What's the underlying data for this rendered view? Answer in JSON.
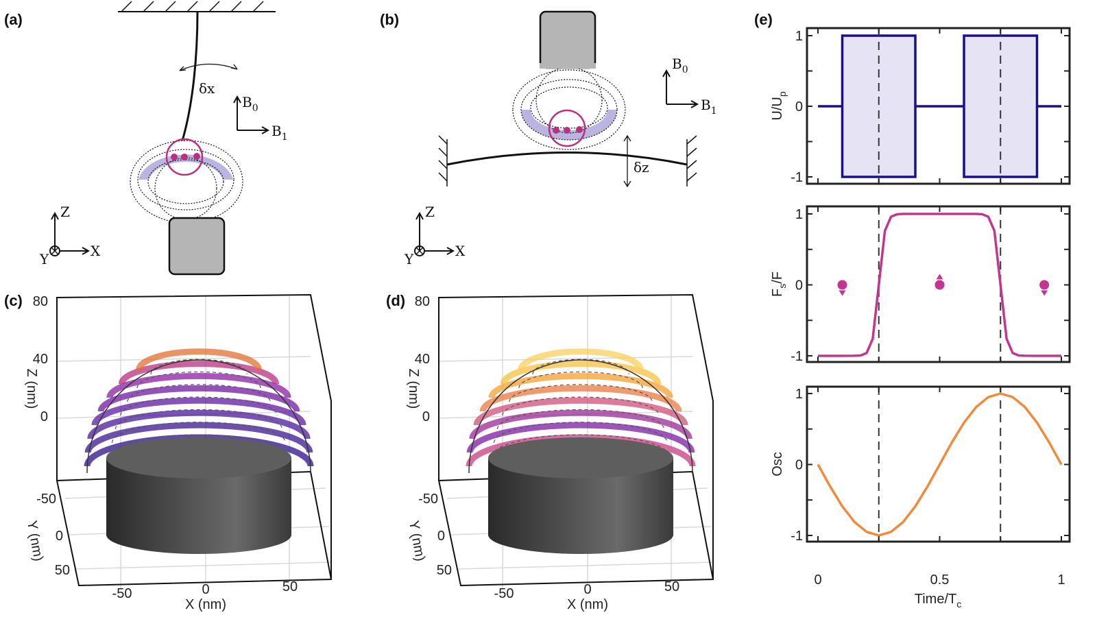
{
  "panels": {
    "a": {
      "label": "(a)",
      "dx": "δx",
      "b0": "B",
      "b0_sub": "0",
      "b1": "B",
      "b1_sub": "1",
      "z": "Z",
      "x": "X",
      "y": "Y"
    },
    "b": {
      "label": "(b)",
      "dz": "δz",
      "b0": "B",
      "b0_sub": "0",
      "b1": "B",
      "b1_sub": "1",
      "z": "Z",
      "x": "X",
      "y": "Y"
    },
    "c": {
      "label": "(c)",
      "zlabel": "Z (nm)",
      "ylabel": "Y (nm)",
      "xlabel": "X (nm)",
      "zticks": [
        "80",
        "40",
        "0"
      ],
      "yticks": [
        "-50",
        "0",
        "50"
      ],
      "xticks": [
        "-50",
        "0",
        "50"
      ]
    },
    "d": {
      "label": "(d)",
      "zlabel": "Z (nm)",
      "ylabel": "Y (nm)",
      "xlabel": "X (nm)",
      "zticks": [
        "80",
        "40",
        "0"
      ],
      "yticks": [
        "-50",
        "0",
        "50"
      ],
      "xticks": [
        "-50",
        "0",
        "50"
      ]
    },
    "e": {
      "label": "(e)"
    }
  },
  "colors": {
    "pulse": "#1a0f8f",
    "pulse_fill": "#e6e4f4",
    "force": "#c2368f",
    "osc": "#f08a3c",
    "ring": "#b9b4e0",
    "tip": "#b5b5b5"
  },
  "chart_data": [
    {
      "type": "line",
      "ylabel": "U/U",
      "ylabel_sub": "p",
      "xlim": [
        0,
        1
      ],
      "ylim": [
        -1,
        1
      ],
      "yticks": [
        "1",
        "0",
        "-1"
      ],
      "x": [
        0,
        0.1,
        0.1,
        0.4,
        0.4,
        0.6,
        0.6,
        0.9,
        0.9,
        1
      ],
      "y": [
        0,
        0,
        1,
        1,
        0,
        0,
        1,
        1,
        0,
        0
      ],
      "pulses": [
        [
          0.1,
          0.4
        ],
        [
          0.6,
          0.9
        ]
      ],
      "vlines": [
        0.25,
        0.75
      ]
    },
    {
      "type": "line",
      "ylabel": "F",
      "ylabel_sub": "s",
      "ylabel_tail": "/F",
      "xlim": [
        0,
        1
      ],
      "ylim": [
        -1,
        1
      ],
      "yticks": [
        "1",
        "0",
        "-1"
      ],
      "x": [
        0,
        0.1,
        0.15,
        0.175,
        0.2,
        0.225,
        0.25,
        0.275,
        0.3,
        0.325,
        0.35,
        0.5,
        0.65,
        0.675,
        0.7,
        0.725,
        0.75,
        0.775,
        0.8,
        0.825,
        0.85,
        0.9,
        1
      ],
      "y": [
        -1,
        -1,
        -0.999,
        -0.995,
        -0.96,
        -0.76,
        0,
        0.76,
        0.96,
        0.995,
        1,
        1,
        1,
        0.995,
        0.96,
        0.76,
        0,
        -0.76,
        -0.96,
        -0.995,
        -0.999,
        -1,
        -1
      ],
      "spin_markers": [
        {
          "t": 0.1,
          "dir": "down"
        },
        {
          "t": 0.5,
          "dir": "up"
        },
        {
          "t": 0.93,
          "dir": "down"
        }
      ],
      "vlines": [
        0.25,
        0.75
      ]
    },
    {
      "type": "line",
      "ylabel": "Osc",
      "xlabel": "Time/T",
      "xlabel_sub": "c",
      "xlim": [
        0,
        1
      ],
      "ylim": [
        -1,
        1
      ],
      "yticks": [
        "1",
        "0",
        "-1"
      ],
      "xticks": [
        "0",
        "0.5",
        "1"
      ],
      "x": [
        0,
        0.05,
        0.1,
        0.15,
        0.2,
        0.25,
        0.3,
        0.35,
        0.4,
        0.45,
        0.5,
        0.55,
        0.6,
        0.65,
        0.7,
        0.75,
        0.8,
        0.85,
        0.9,
        0.95,
        1
      ],
      "y": [
        0,
        -0.31,
        -0.59,
        -0.81,
        -0.95,
        -1,
        -0.95,
        -0.81,
        -0.59,
        -0.31,
        0,
        0.31,
        0.59,
        0.81,
        0.95,
        1,
        0.95,
        0.81,
        0.59,
        0.31,
        0
      ],
      "vlines": [
        0.25,
        0.75
      ]
    }
  ]
}
